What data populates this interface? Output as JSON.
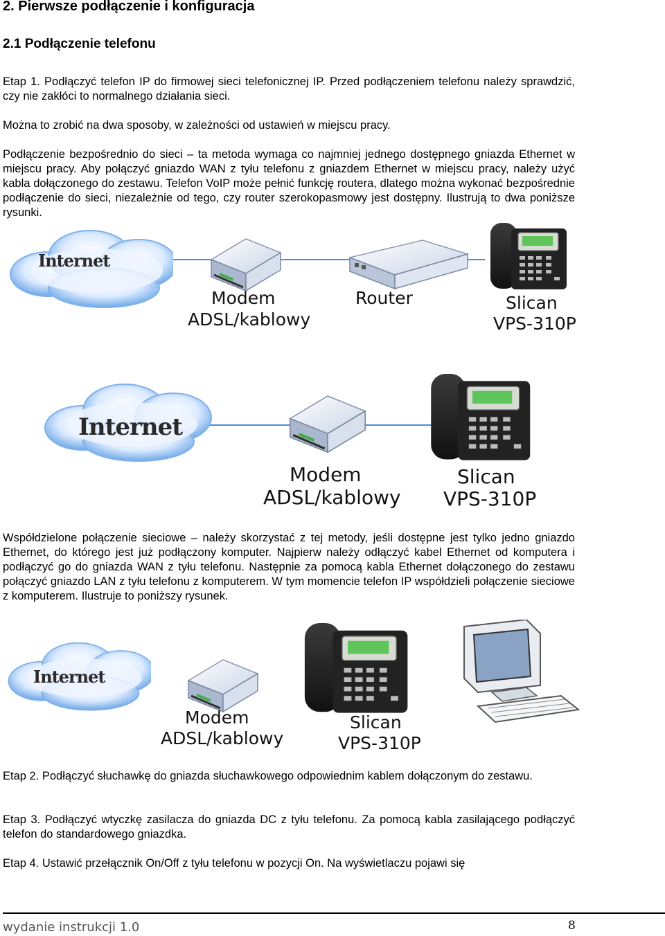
{
  "heading": "2.  Pierwsze podłączenie i konfiguracja",
  "subheading": "2.1  Podłączenie telefonu",
  "paragraphs": [
    "Etap 1. Podłączyć telefon IP do firmowej sieci telefonicznej IP. Przed podłączeniem telefonu należy sprawdzić, czy nie zakłóci to normalnego działania sieci.",
    "Można to zrobić na dwa sposoby, w zależności od ustawień w miejscu pracy.",
    "Podłączenie bezpośrednio do sieci – ta metoda wymaga co najmniej jednego dostępnego gniazda Ethernet w miejscu pracy. Aby połączyć gniazdo WAN z tyłu telefonu z gniazdem Ethernet w miejscu pracy, należy użyć kabla dołączonego do zestawu. Telefon VoIP może pełnić funkcję routera, dlatego można wykonać bezpośrednie podłączenie do sieci, niezależnie od tego, czy router szerokopasmowy jest dostępny. Ilustrują to dwa poniższe rysunki.",
    "Współdzielone połączenie sieciowe – należy skorzystać z tej metody, jeśli dostępne jest tylko jedno gniazdo Ethernet, do którego jest już podłączony komputer. Najpierw należy odłączyć kabel Ethernet od komputera i podłączyć go do gniazda WAN z tyłu telefonu. Następnie za pomocą kabla Ethernet dołączonego do zestawu połączyć gniazdo LAN z tyłu telefonu z komputerem. W tym momencie telefon IP współdzieli połączenie sieciowe z komputerem. Ilustruje to poniższy rysunek.",
    "Etap 2. Podłączyć słuchawkę do gniazda słuchawkowego odpowiednim kablem dołączonym do zestawu.",
    "Etap 3. Podłączyć wtyczkę zasilacza do gniazda DC z tyłu telefonu. Za pomocą kabla zasilającego podłączyć telefon do standardowego gniazdka.",
    "Etap 4. Ustawić przełącznik On/Off z tyłu telefonu w pozycji On. Na wyświetlaczu pojawi się"
  ],
  "diagrams": {
    "d1": {
      "cloud": "Internet",
      "modem_1": "Modem",
      "modem_2": "ADSL/kablowy",
      "router": "Router",
      "phone_1": "Slican",
      "phone_2": "VPS-310P"
    },
    "d2": {
      "cloud": "Internet",
      "modem_1": "Modem",
      "modem_2": "ADSL/kablowy",
      "phone_1": "Slican",
      "phone_2": "VPS-310P"
    },
    "d3": {
      "cloud": "Internet",
      "modem_1": "Modem",
      "modem_2": "ADSL/kablowy",
      "phone_1": "Slican",
      "phone_2": "VPS-310P"
    }
  },
  "footer": {
    "edition": "wydanie instrukcji 1.0",
    "page": "8"
  },
  "colors": {
    "link_line": "#4a8fd6",
    "cloud_blue": "#6fa8e8",
    "phone_display": "#5fc45a"
  }
}
